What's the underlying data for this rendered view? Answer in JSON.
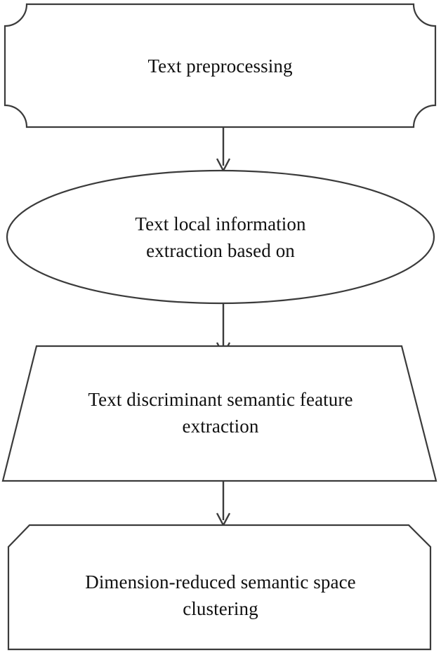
{
  "diagram": {
    "type": "flowchart",
    "orientation": "top-to-bottom",
    "background_color": "#ffffff",
    "stroke_color": "#3b3b3b",
    "text_color": "#101010",
    "nodes": [
      {
        "id": "text-preprocessing",
        "shape": "card-concave-corners",
        "label": "Text preprocessing",
        "order": 1
      },
      {
        "id": "text-local-information-extraction",
        "shape": "ellipse",
        "label": "Text local information\nextraction based on",
        "order": 2
      },
      {
        "id": "text-discriminant-semantic-feature-extraction",
        "shape": "trapezoid",
        "label": "Text discriminant semantic feature\nextraction",
        "order": 3
      },
      {
        "id": "dimension-reduced-semantic-space-clustering",
        "shape": "chamfered-top-octagon",
        "label": "Dimension-reduced semantic space\nclustering",
        "order": 4
      }
    ],
    "edges": [
      {
        "id": "edge-1",
        "from": "text-preprocessing",
        "to": "text-local-information-extraction",
        "label": "",
        "arrowhead": "open-v"
      },
      {
        "id": "edge-2",
        "from": "text-local-information-extraction",
        "to": "text-discriminant-semantic-feature-extraction",
        "label": "",
        "arrowhead": "open-v"
      },
      {
        "id": "edge-3",
        "from": "text-discriminant-semantic-feature-extraction",
        "to": "dimension-reduced-semantic-space-clustering",
        "label": "",
        "arrowhead": "open-v"
      }
    ]
  }
}
